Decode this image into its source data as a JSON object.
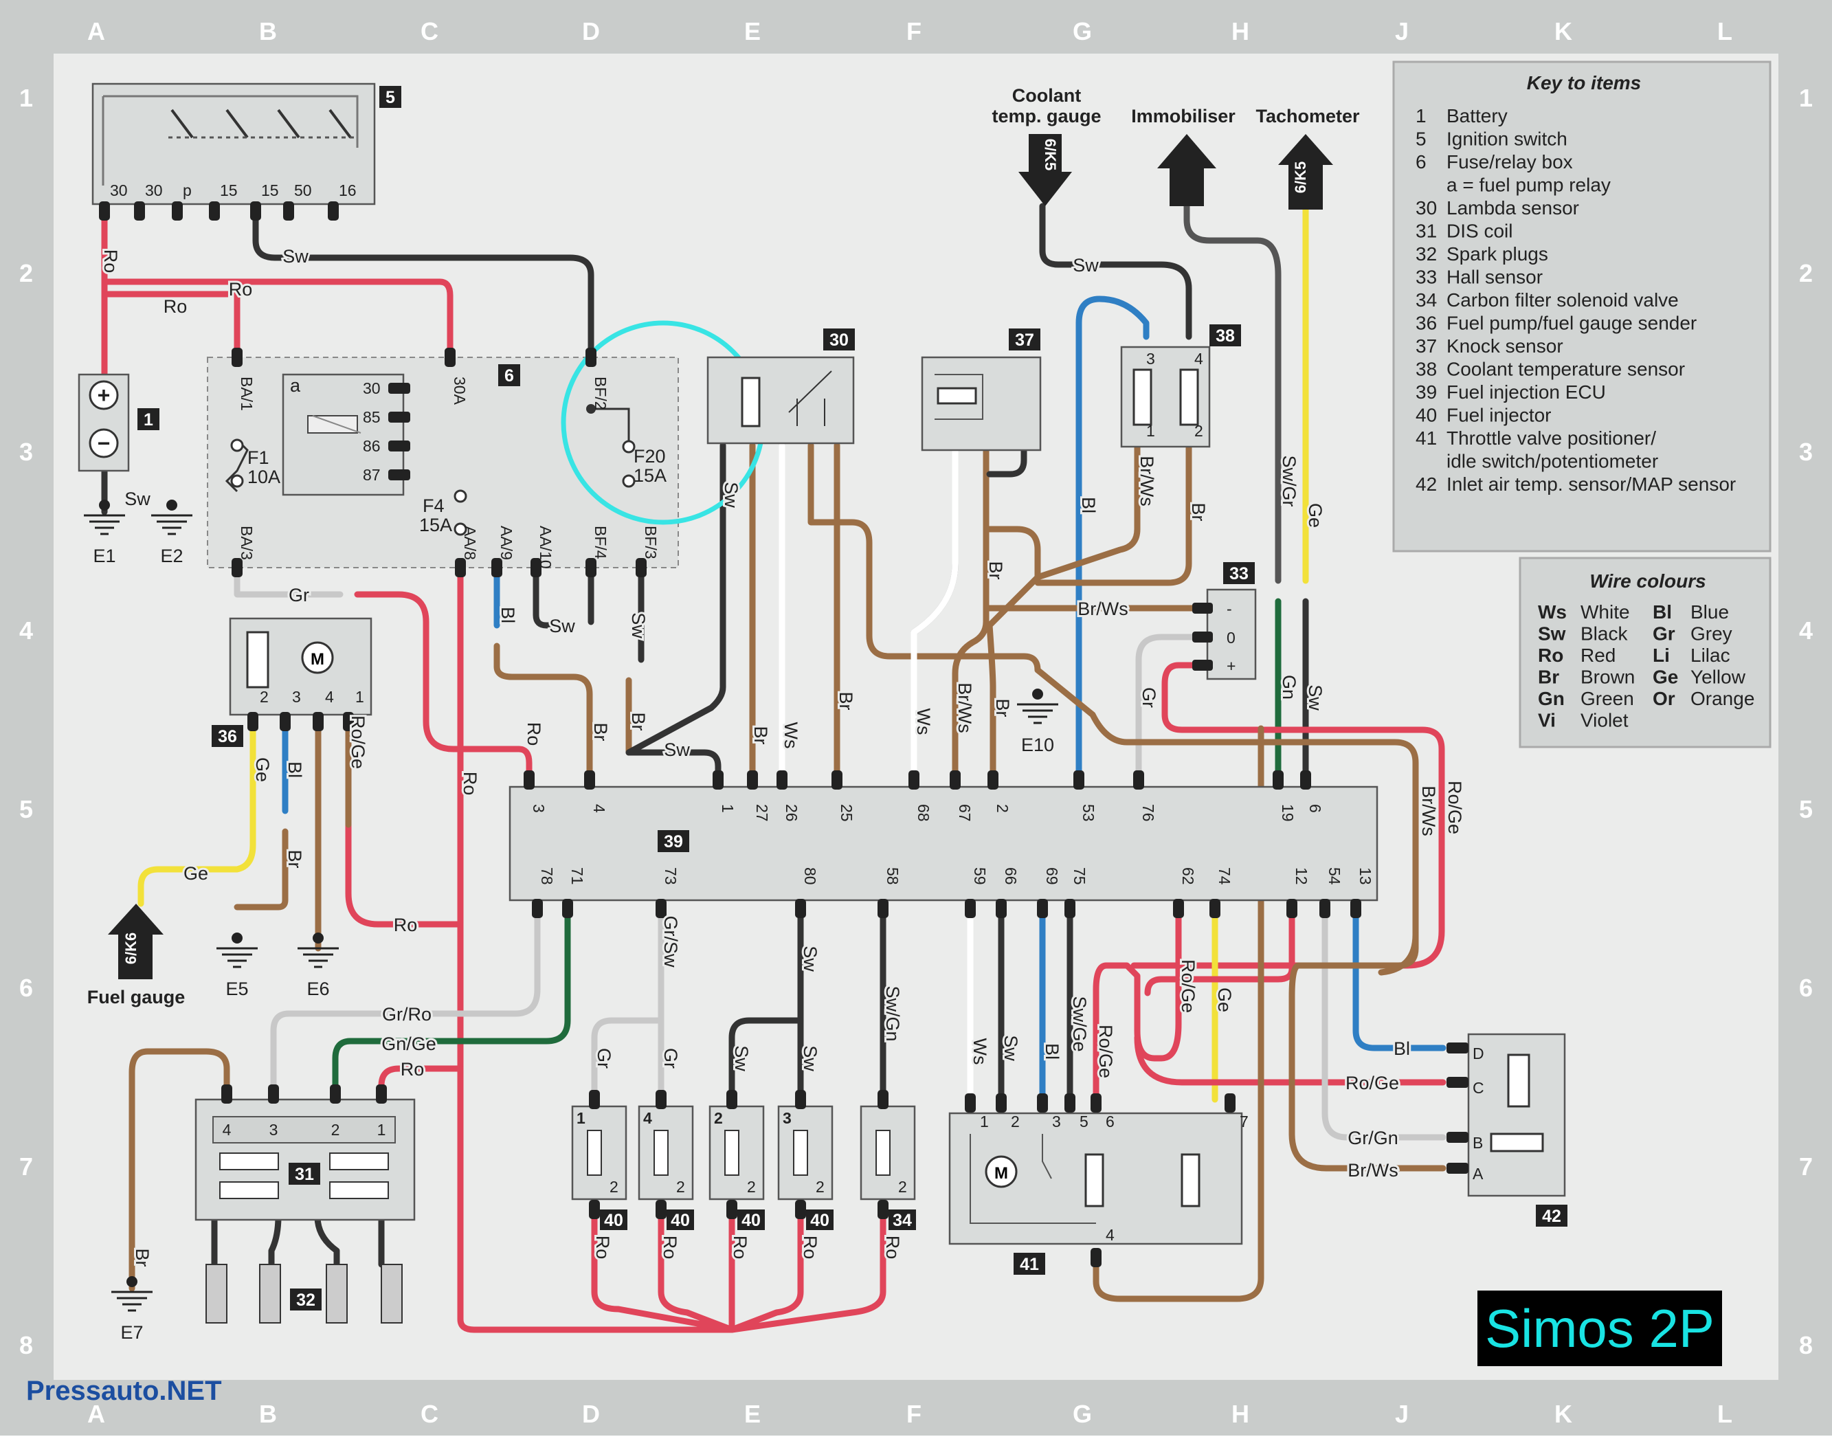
{
  "frame": {
    "columns": [
      "A",
      "B",
      "C",
      "D",
      "E",
      "F",
      "G",
      "H",
      "J",
      "K",
      "L"
    ],
    "rows": [
      "1",
      "2",
      "3",
      "4",
      "5",
      "6",
      "7",
      "8"
    ]
  },
  "title": "Simos 2P",
  "watermark": "Pressauto.NET",
  "colors": {
    "Ro": "#e0455a",
    "Sw": "#333333",
    "Br": "#9b6e45",
    "Bl": "#2f7fc4",
    "Ge": "#f2e13a",
    "Gr": "#c8c8c8",
    "Gn": "#1f6b3c",
    "Ws": "#ffffff",
    "title_bg": "#000000",
    "title_fg": "#19e3e3",
    "highlight": "#38e4e4"
  },
  "key_to_items": {
    "heading": "Key to items",
    "items": [
      {
        "num": "1",
        "text": "Battery"
      },
      {
        "num": "5",
        "text": "Ignition switch"
      },
      {
        "num": "6",
        "text": "Fuse/relay box"
      },
      {
        "num": "",
        "text": "a  =  fuel pump relay"
      },
      {
        "num": "30",
        "text": "Lambda sensor"
      },
      {
        "num": "31",
        "text": "DIS coil"
      },
      {
        "num": "32",
        "text": "Spark plugs"
      },
      {
        "num": "33",
        "text": "Hall sensor"
      },
      {
        "num": "34",
        "text": "Carbon filter solenoid valve"
      },
      {
        "num": "36",
        "text": "Fuel pump/fuel gauge sender"
      },
      {
        "num": "37",
        "text": "Knock sensor"
      },
      {
        "num": "38",
        "text": "Coolant temperature sensor"
      },
      {
        "num": "39",
        "text": "Fuel injection ECU"
      },
      {
        "num": "40",
        "text": "Fuel injector"
      },
      {
        "num": "41",
        "text": "Throttle valve positioner/"
      },
      {
        "num": "",
        "text": "idle switch/potentiometer"
      },
      {
        "num": "42",
        "text": "Inlet air temp. sensor/MAP sensor"
      }
    ]
  },
  "wire_colours": {
    "heading": "Wire colours",
    "left": [
      {
        "code": "Ws",
        "name": "White"
      },
      {
        "code": "Sw",
        "name": "Black"
      },
      {
        "code": "Ro",
        "name": "Red"
      },
      {
        "code": "Br",
        "name": "Brown"
      },
      {
        "code": "Gn",
        "name": "Green"
      },
      {
        "code": "Vi",
        "name": "Violet"
      }
    ],
    "right": [
      {
        "code": "Bl",
        "name": "Blue"
      },
      {
        "code": "Gr",
        "name": "Grey"
      },
      {
        "code": "Li",
        "name": "Lilac"
      },
      {
        "code": "Ge",
        "name": "Yellow"
      },
      {
        "code": "Or",
        "name": "Orange"
      }
    ]
  },
  "outputs": {
    "coolant": [
      "Coolant",
      "temp. gauge"
    ],
    "coolant_ref": "6/K5",
    "immobiliser": "Immobiliser",
    "tachometer": "Tachometer",
    "tacho_ref": "6/K5",
    "fuel_gauge": "Fuel gauge",
    "fuel_ref": "6/K6"
  },
  "grounds": [
    "E1",
    "E2",
    "E5",
    "E6",
    "E7",
    "E10"
  ],
  "items": {
    "battery": "1",
    "ignition": "5",
    "fusebox": "6",
    "lambda": "30",
    "dis_coil": "31",
    "spark_plugs": "32",
    "hall": "33",
    "carbon": "34",
    "fuel_pump": "36",
    "knock": "37",
    "coolant_sensor": "38",
    "ecu": "39",
    "injector": "40",
    "throttle": "41",
    "map_sensor": "42"
  },
  "ignition_pins": [
    "30",
    "30",
    "p",
    "15",
    "15",
    "50",
    "16"
  ],
  "fusebox_labels": {
    "relay_a": "a",
    "relay_pins": [
      "30",
      "85",
      "86",
      "87"
    ],
    "f1": [
      "F1",
      "10A"
    ],
    "f4": [
      "F4",
      "15A"
    ],
    "f20": [
      "F20",
      "15A"
    ],
    "terminals_top": [
      "BA/1",
      "30A",
      "BF/2"
    ],
    "terminals_bottom": [
      "BA/3",
      "AA/8",
      "AA/9",
      "AA/10",
      "BF/4",
      "BF/3"
    ]
  },
  "ecu_top_pins": [
    "3",
    "4",
    "1",
    "27",
    "26",
    "25",
    "68",
    "67",
    "2",
    "53",
    "76",
    "19",
    "6"
  ],
  "ecu_bottom_pins": [
    "78",
    "71",
    "73",
    "80",
    "58",
    "59",
    "66",
    "69",
    "75",
    "62",
    "74",
    "12",
    "54",
    "13"
  ],
  "wire_labels": {
    "ro": "Ro",
    "sw": "Sw",
    "br": "Br",
    "bl": "Bl",
    "ge": "Ge",
    "gr": "Gr",
    "ws": "Ws",
    "gn": "Gn",
    "brws": "Br/Ws",
    "swgr": "Sw/Gr",
    "roge": "Ro/Ge",
    "grsw": "Gr/Sw",
    "swgn": "Sw/Gn",
    "swge": "Sw/Ge",
    "grro": "Gr/Ro",
    "gnge": "Gn/Ge",
    "grgn": "Gr/Gn"
  },
  "hall_pins": [
    "-",
    "0",
    "+"
  ],
  "map_pins": [
    "D",
    "C",
    "B",
    "A"
  ],
  "pump_pins": [
    "2",
    "3",
    "4",
    "1"
  ],
  "coil_pins": [
    "4",
    "3",
    "2",
    "1"
  ],
  "injector_nums": [
    "1",
    "4",
    "2",
    "3"
  ],
  "throttle_pins": [
    "1",
    "2",
    "3",
    "5",
    "6",
    "7",
    "4"
  ],
  "sensor38_pins": [
    "3",
    "4",
    "1",
    "2"
  ],
  "motor": "M"
}
